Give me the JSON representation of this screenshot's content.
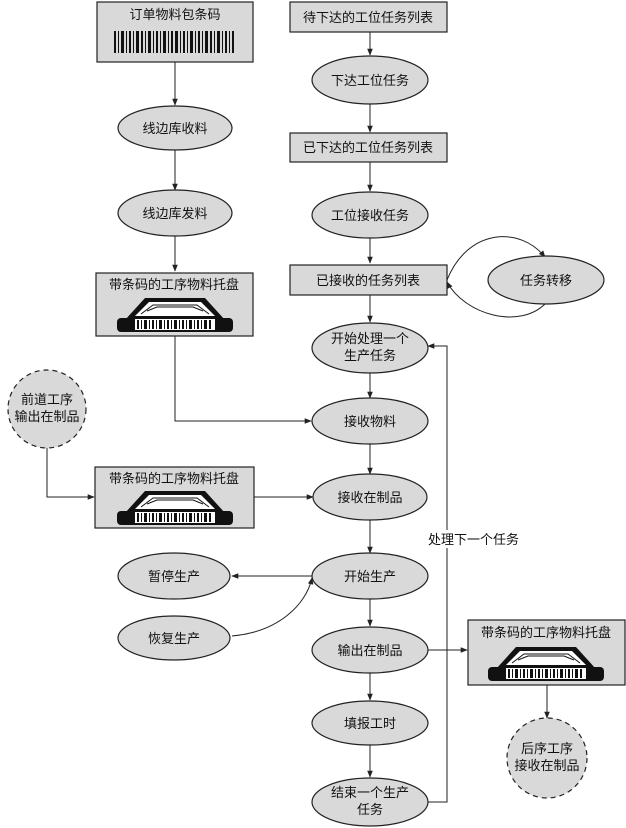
{
  "nodes": {
    "order_barcode": "订单物料包条码",
    "line_receive": "线边库收料",
    "line_issue": "线边库发料",
    "tray_top": "带条码的工序物料托盘",
    "prev_process": [
      "前道工序",
      "输出在制品"
    ],
    "tray_mid": "带条码的工序物料托盘",
    "pause": "暂停生产",
    "resume": "恢复生产",
    "pending_list": "待下达的工位任务列表",
    "issue_task": "下达工位任务",
    "issued_list": "已下达的工位任务列表",
    "accept_task": "工位接收任务",
    "accepted_list": "已接收的任务列表",
    "transfer": "任务转移",
    "start_task": [
      "开始处理一个",
      "生产任务"
    ],
    "receive_material": "接收物料",
    "receive_wip": "接收在制品",
    "start_prod": "开始生产",
    "output_wip": "输出在制品",
    "report_time": "填报工时",
    "end_task": [
      "结束一个生产",
      "任务"
    ],
    "tray_right": "带条码的工序物料托盘",
    "next_process": [
      "后序工序",
      "接收在制品"
    ],
    "loop_label": "处理下一个任务"
  }
}
